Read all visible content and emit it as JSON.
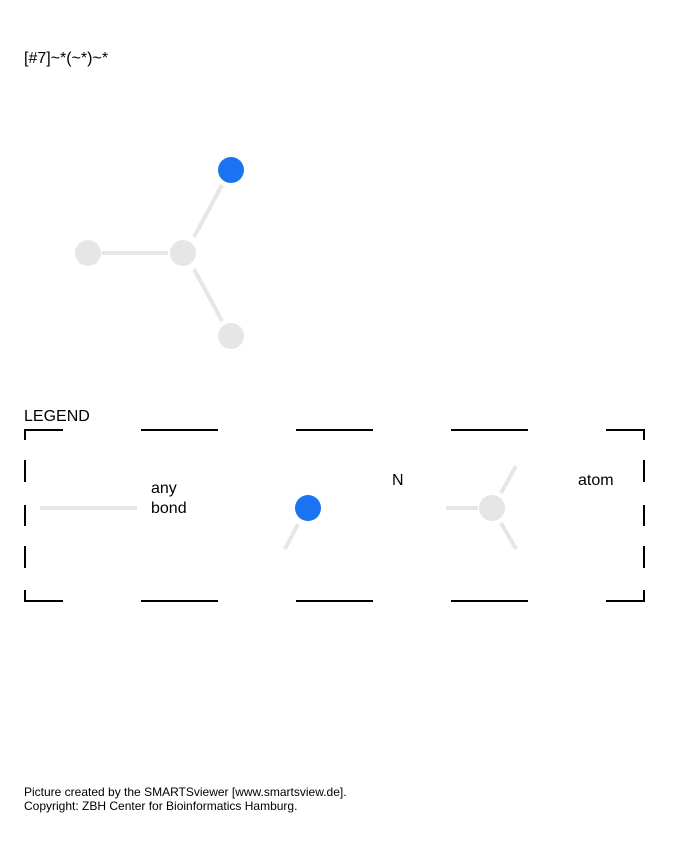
{
  "smarts": "[#7]~*(~*)~*",
  "legend": {
    "title": "LEGEND",
    "bond_label_line1": "any",
    "bond_label_line2": "bond",
    "n_atom_label": "N",
    "any_atom_label": "atom"
  },
  "footer": {
    "line1": "Picture created by the SMARTSviewer [www.smartsview.de].",
    "line2": "Copyright: ZBH Center for Bioinformatics Hamburg."
  },
  "colors": {
    "nitrogen": "#1a73f0",
    "any_atom": "#e6e6e6",
    "bond": "#e6e6e6",
    "frame": "#000000"
  }
}
